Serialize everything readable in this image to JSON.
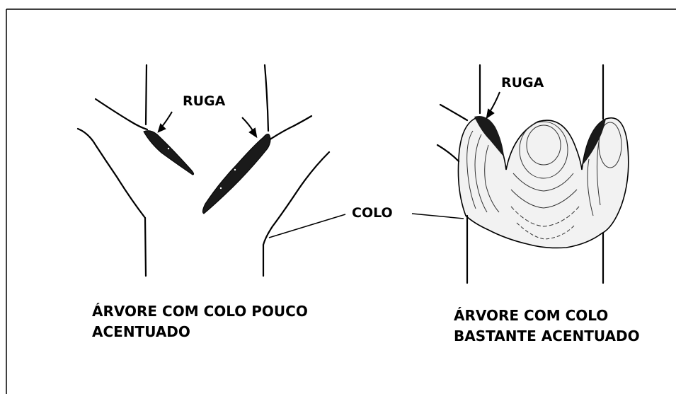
{
  "labels": {
    "ruga_left": "RUGA",
    "ruga_right": "RUGA",
    "colo": "COLO"
  },
  "captions": {
    "left_line1": "ÁRVORE COM COLO POUCO",
    "left_line2": "ACENTUADO",
    "right_line1": "ÁRVORE COM COLO",
    "right_line2": "BASTANTE ACENTUADO"
  },
  "colors": {
    "ink": "#000000",
    "bark_shading": "#1a1a1a",
    "collar_fill": "#f2f2f2",
    "background": "#ffffff"
  }
}
